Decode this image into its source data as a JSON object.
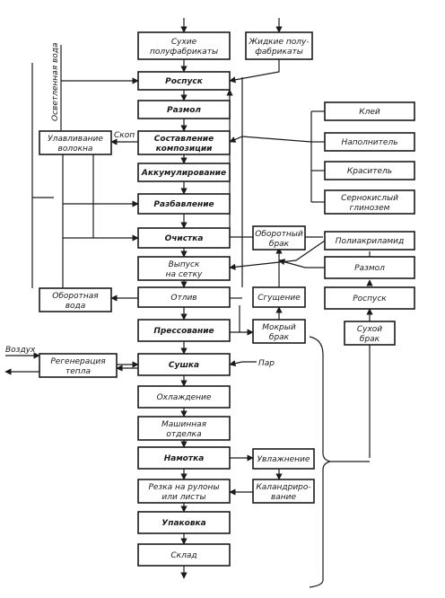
{
  "boxes": {
    "dry": [
      "Сухие",
      "полуфабрикаты"
    ],
    "liquid": [
      "Жидкие полу-",
      "фабрикаты"
    ],
    "dissolve": "Роспуск",
    "grind": "Размол",
    "compose": [
      "Составление",
      "композиции"
    ],
    "accumulate": "Аккумулирование",
    "dilute": "Разбавление",
    "clean": "Очистка",
    "outlet": [
      "Выпуск",
      "на сетку"
    ],
    "casting": "Отлив",
    "pressing": "Прессование",
    "drying": "Сушка",
    "cooling": "Охлаждение",
    "finishing": [
      "Машинная",
      "отделка"
    ],
    "winding": "Намотка",
    "cutting": [
      "Резка на рулоны",
      "или листы"
    ],
    "packing": "Упаковка",
    "warehouse": "Склад",
    "fiber_catch": [
      "Улавливание",
      "волокна"
    ],
    "return_water": [
      "Оборотная",
      "вода"
    ],
    "heat_regen": [
      "Регенерация",
      "тепла"
    ],
    "return_broke": [
      "Оборотный",
      "брак"
    ],
    "thickening": "Сгущение",
    "wet_broke": [
      "Мокрый",
      "брак"
    ],
    "moistening": "Увлажнение",
    "calendering": [
      "Каландриро-",
      "вание"
    ],
    "glue": "Клей",
    "filler": "Наполнитель",
    "dye": "Краситель",
    "alum": [
      "Сернокислый",
      "глинозем"
    ],
    "polyacrylamide": "Полиакриламид",
    "grind_r": "Размол",
    "dissolve_r": "Роспуск",
    "dry_broke": [
      "Сухой",
      "брак"
    ]
  },
  "labels": {
    "clarified_water": "Осветленная вода",
    "skop": "Скоп",
    "air": "Воздух",
    "steam": "Пар"
  }
}
